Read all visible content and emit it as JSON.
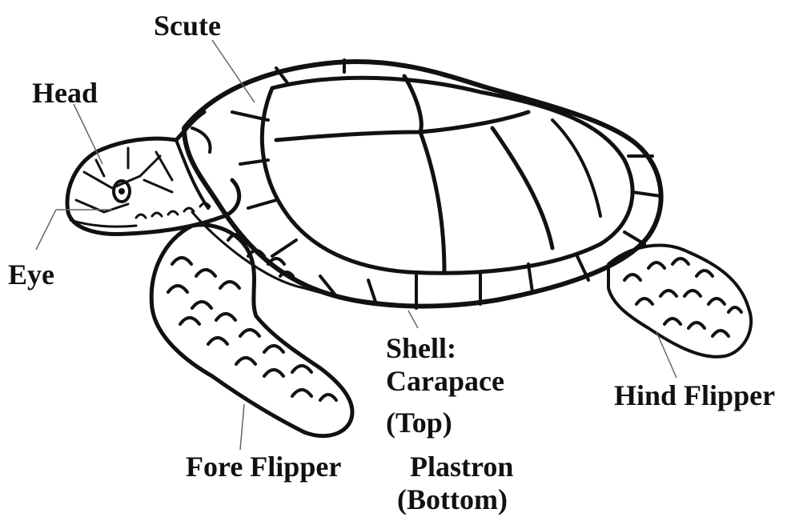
{
  "labels": {
    "scute": "Scute",
    "head": "Head",
    "eye": "Eye",
    "shell_line1": "Shell:",
    "shell_line2": "Carapace",
    "shell_line3": "(Top)",
    "plastron_line1": "Plastron",
    "plastron_line2": "(Bottom)",
    "fore_flipper": "Fore Flipper",
    "hind_flipper": "Hind Flipper"
  },
  "colors": {
    "ink": "#111111",
    "leader": "#666666",
    "background": "#ffffff"
  }
}
